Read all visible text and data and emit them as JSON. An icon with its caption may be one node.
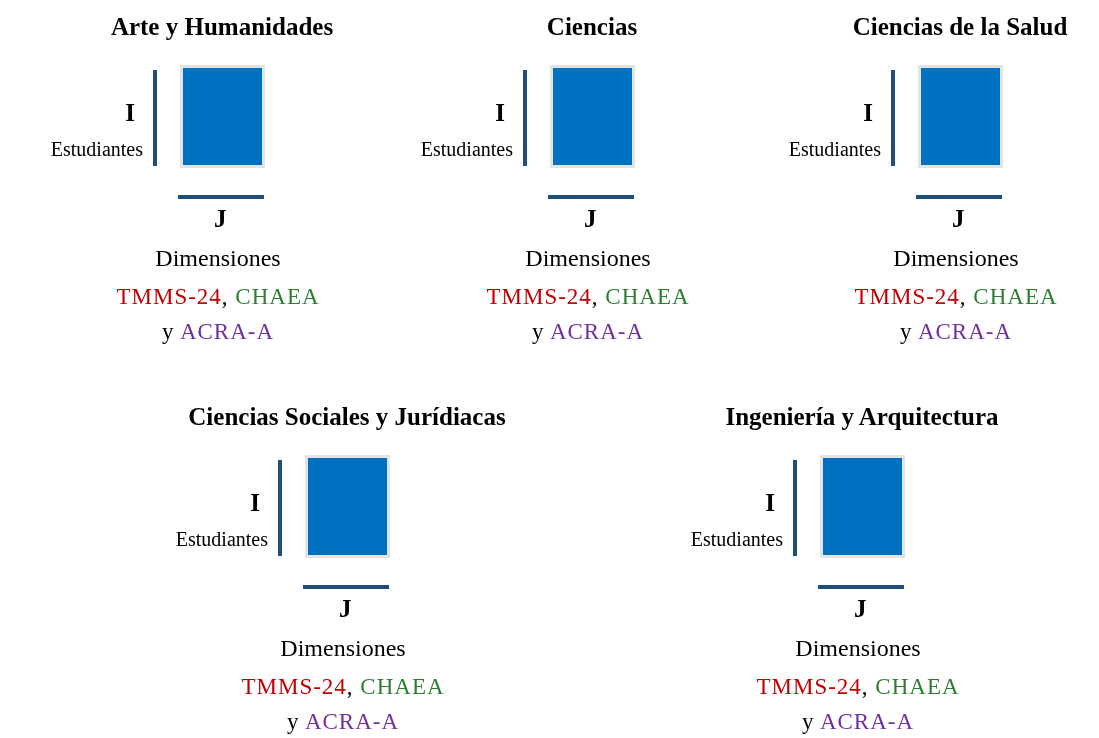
{
  "diagram": {
    "nodes": [
      {
        "text": [],
        "shape": "box"
      },
      {
        "text": [],
        "shape": "box"
      },
      {
        "text": [],
        "shape": "box"
      },
      {
        "text": [],
        "shape": "box"
      },
      {
        "text": [],
        "shape": "box"
      }
    ],
    "labels": [
      "Arte y Humanidades",
      "I",
      "Estudiantes",
      "J",
      "Dimensiones",
      "TMMS-24, CHAEA y ACRA-A",
      "Ciencias",
      "I",
      "Estudiantes",
      "J",
      "Dimensiones",
      "TMMS-24, CHAEA y ACRA-A",
      "Ciencias de la Salud",
      "I",
      "Estudiantes",
      "J",
      "Dimensiones",
      "TMMS-24, CHAEA y ACRA-A",
      "Ciencias Sociales y Jurídiacas",
      "I",
      "Estudiantes",
      "J",
      "Dimensiones",
      "TMMS-24, CHAEA y ACRA-A",
      "Ingeniería y Arquitectura",
      "I",
      "Estudiantes",
      "J",
      "Dimensiones",
      "TMMS-24, CHAEA y ACRA-A"
    ]
  }
}
